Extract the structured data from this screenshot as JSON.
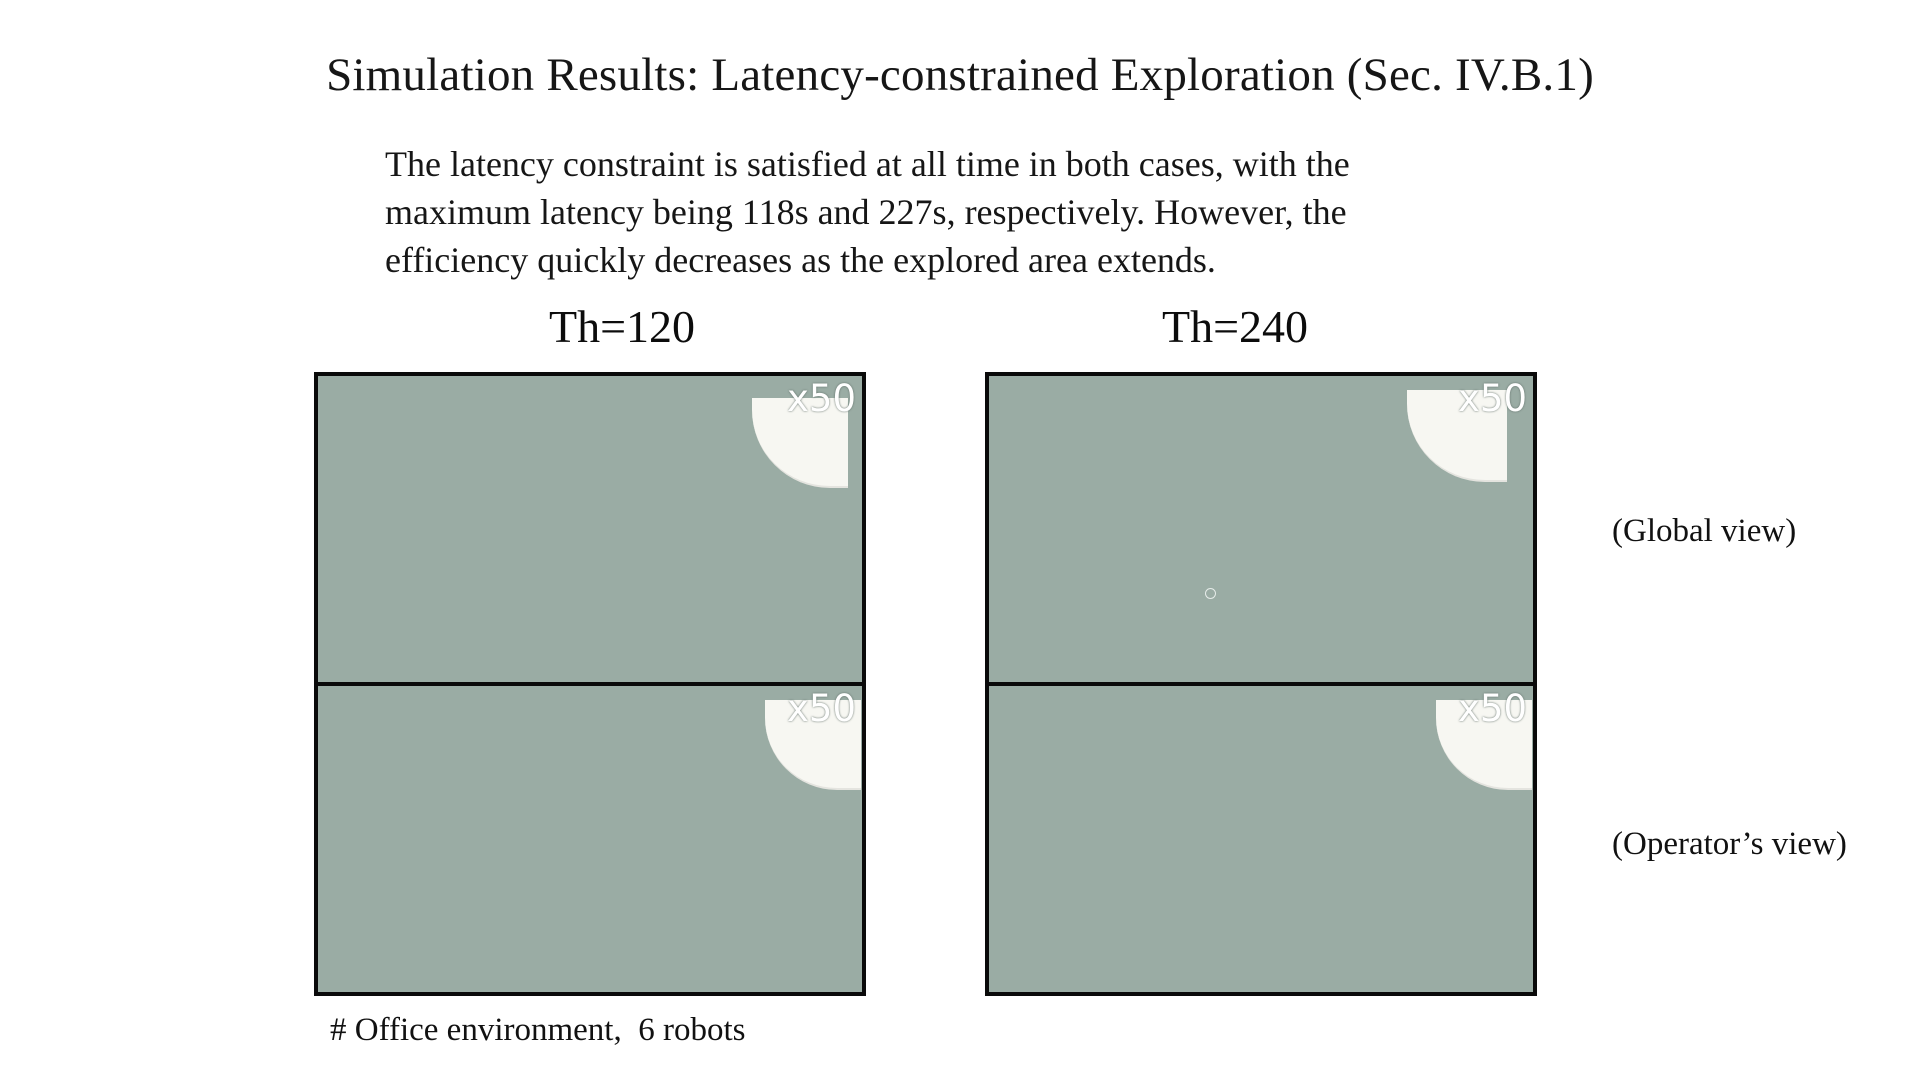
{
  "slide": {
    "title": "Simulation Results: Latency-constrained Exploration (Sec. IV.B.1)",
    "body_lines": [
      "The latency constraint is satisfied at all time in both cases, with the",
      "maximum  latency being 118s and 227s, respectively. However, the",
      "efficiency quickly decreases as the explored area extends."
    ],
    "columns": [
      {
        "label": "Th=120"
      },
      {
        "label": "Th=240"
      }
    ],
    "panels": {
      "left_top_speed": "x50",
      "left_bottom_speed": "x50",
      "right_top_speed": "x50",
      "right_bottom_speed": "x50"
    },
    "row_labels": {
      "global": "(Global view)",
      "operator": "(Operator’s view)"
    },
    "caption": "# Office environment,  6 robots",
    "colors": {
      "panel_background": "#9aaca4",
      "explored_area": "#f7f7f2",
      "frame": "#0a0a0a"
    },
    "icons": {
      "robot_marker": "robot-marker-icon"
    }
  }
}
